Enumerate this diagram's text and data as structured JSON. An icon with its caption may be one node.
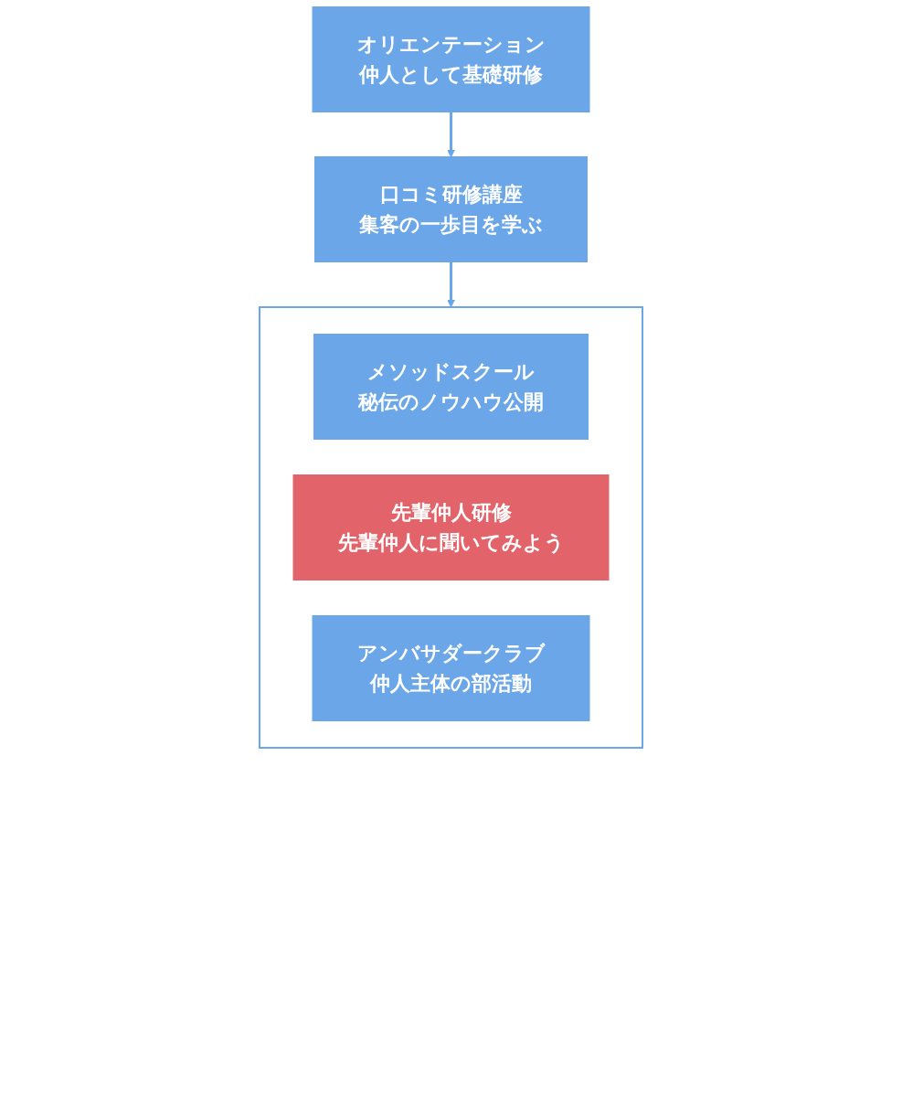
{
  "diagram": {
    "nodes": [
      {
        "text": [
          "オリエンテーション",
          "仲人として基礎研修"
        ]
      },
      {
        "text": [
          "口コミ研修講座",
          "集客の一歩目を学ぶ"
        ]
      },
      {
        "text": [],
        "shape": "box"
      },
      {
        "text": [
          "メソッドスクール",
          "秘伝のノウハウ公開"
        ],
        "in": 2
      },
      {
        "text": [
          "先輩仲人研修",
          "先輩仲人に聞いてみよう"
        ],
        "in": 2
      },
      {
        "text": [
          "アンバサダークラブ",
          "仲人主体の部活動"
        ],
        "in": 2
      }
    ],
    "edges": [
      {
        "from": 0,
        "to": 1,
        "arrow": "to"
      },
      {
        "from": 1,
        "to": 2,
        "arrow": "to"
      }
    ]
  }
}
